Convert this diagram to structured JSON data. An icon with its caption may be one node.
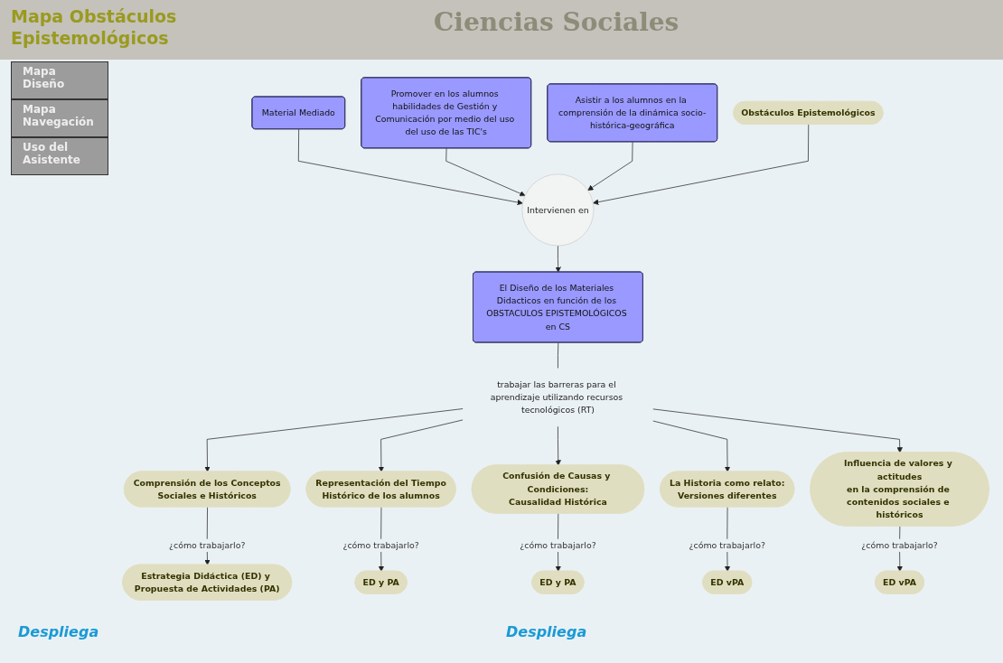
{
  "diagram": {
    "title": "Ciencias Sociales",
    "nodes": [
      {
        "text": [
          "El Diseño de los Materiales Didacticos en función de los OBSTACULOS EPISTEMOLÓGICOS en CS"
        ]
      },
      {
        "text": [
          "Material Mediado"
        ]
      },
      {
        "text": [
          "Promover en los alumnos habilidades de Gestión y Comunicación por medio del uso del uso de las TIC's"
        ]
      },
      {
        "text": [
          "Asistir a los alumnos en la comprensión de la dinámica socio-histórica-geográfica"
        ]
      },
      {
        "text": [
          "Intervienen en"
        ]
      },
      {
        "text": [
          "Obstáculos Epistemológicos"
        ]
      },
      {
        "text": [
          "trabajar las barreras para el aprendizaje utilizando recursos tecnológicos (RT)"
        ]
      },
      {
        "text": [
          "Comprensión de los Conceptos",
          "Sociales e Históricos"
        ]
      },
      {
        "text": [
          "Representación del Tiempo",
          "Histórico de los alumnos"
        ]
      },
      {
        "text": [
          "Confusión de Causas y Condiciones:",
          "Causalidad Histórica"
        ]
      },
      {
        "text": [
          "La Historia como relato:",
          "Versiones diferentes"
        ]
      },
      {
        "text": [
          "Influencia de valores y actitudes",
          "en la comprensión de contenidos sociales e históricos"
        ]
      },
      {
        "text": [
          "Estrategia Didáctica (ED) y Propuesta de Actividades (PA)"
        ]
      },
      {
        "text": [
          "ED y PA"
        ]
      },
      {
        "text": [
          "ED y PA"
        ]
      },
      {
        "text": [
          "ED vPA"
        ]
      },
      {
        "text": [
          "ED vPA"
        ]
      }
    ],
    "edges": [
      {
        "from": 1,
        "to": 4,
        "arrow": "to"
      },
      {
        "from": 2,
        "to": 4,
        "arrow": "to"
      },
      {
        "from": 3,
        "to": 4,
        "arrow": "to"
      },
      {
        "from": 5,
        "to": 4,
        "arrow": "to"
      },
      {
        "from": 4,
        "to": 0,
        "arrow": "to"
      },
      {
        "from": 0,
        "to": 6,
        "arrow": "none"
      },
      {
        "from": 6,
        "to": 7,
        "arrow": "to"
      },
      {
        "from": 6,
        "to": 8,
        "arrow": "to"
      },
      {
        "from": 6,
        "to": 9,
        "arrow": "to"
      },
      {
        "from": 6,
        "to": 10,
        "arrow": "to"
      },
      {
        "from": 6,
        "to": 11,
        "arrow": "to"
      },
      {
        "from": 7,
        "to": 12,
        "arrow": "to",
        "label": "¿cómo trabajarlo?"
      },
      {
        "from": 8,
        "to": 13,
        "arrow": "to",
        "label": "¿cómo trabajarlo?"
      },
      {
        "from": 9,
        "to": 14,
        "arrow": "to",
        "label": "¿cómo trabajarlo?"
      },
      {
        "from": 10,
        "to": 15,
        "arrow": "to",
        "label": "¿cómo trabajarlo?"
      },
      {
        "from": 11,
        "to": 16,
        "arrow": "to",
        "label": "¿cómo trabajarlo?"
      }
    ],
    "labels": [
      "Mapa Obstáculos Epistemológicos",
      "Mapa Diseño",
      "Mapa Navegación",
      "Uso del Asistente",
      "Despliega",
      "Despliega"
    ]
  }
}
